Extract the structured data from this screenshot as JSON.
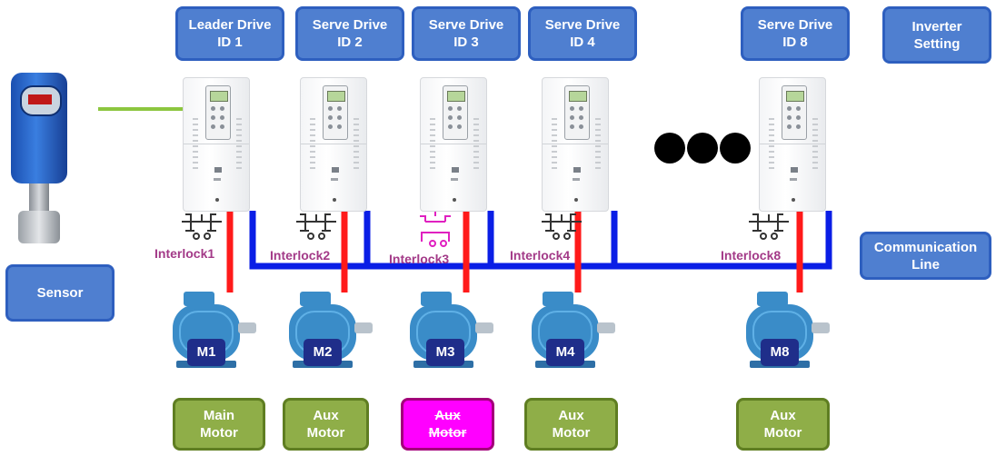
{
  "drives": [
    {
      "title": "Leader Drive",
      "id": "ID 1"
    },
    {
      "title": "Serve Drive",
      "id": "ID 2"
    },
    {
      "title": "Serve Drive",
      "id": "ID 3"
    },
    {
      "title": "Serve Drive",
      "id": "ID 4"
    },
    {
      "title": "Serve Drive",
      "id": "ID 8"
    }
  ],
  "inverter_setting": {
    "line1": "Inverter",
    "line2": "Setting"
  },
  "sensor": {
    "label": "Sensor"
  },
  "communication_line": {
    "line1": "Communication",
    "line2": "Line"
  },
  "interlocks": [
    "Interlock1",
    "Interlock2",
    "Interlock3",
    "Interlock4",
    "Interlock8"
  ],
  "motors": [
    "M1",
    "M2",
    "M3",
    "M4",
    "M8"
  ],
  "roles": [
    {
      "line1": "Main",
      "line2": "Motor"
    },
    {
      "line1": "Aux",
      "line2": "Motor"
    },
    {
      "line1": "Aux",
      "line2": "Motor"
    },
    {
      "line1": "Aux",
      "line2": "Motor"
    },
    {
      "line1": "Aux",
      "line2": "Motor"
    }
  ],
  "colors": {
    "box_blue": "#4f7fd0",
    "box_green": "#8fae48",
    "box_pink": "#ff00ff",
    "power_line": "#ff1a1a",
    "comm_line": "#0a1ee6",
    "sensor_line": "#8cc63f",
    "interlock_black": "#333333",
    "interlock_pink": "#e020c0",
    "interlock_text": "#a33a88",
    "motor_blue": "#3a8cc8"
  }
}
